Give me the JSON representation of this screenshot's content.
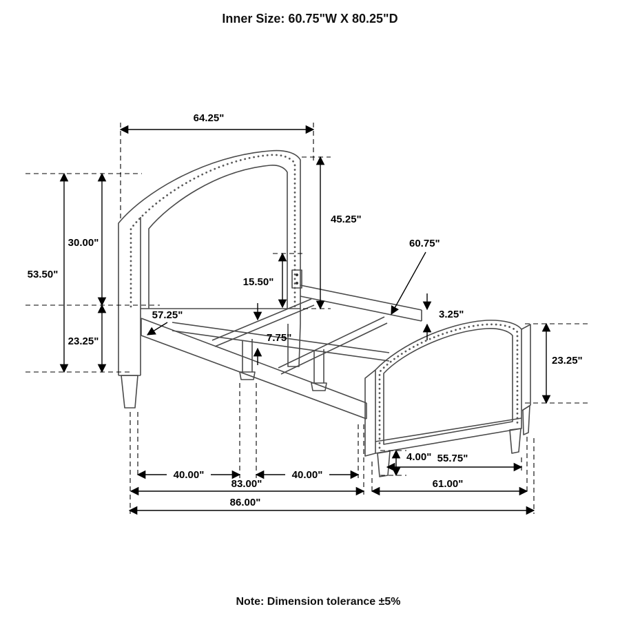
{
  "title": "Inner Size: 60.75\"W X 80.25\"D",
  "note": "Note: Dimension tolerance ±5%",
  "dims": {
    "headboard_width": "64.25\"",
    "headboard_panel_height": "45.25\"",
    "headboard_upper_height": "30.00\"",
    "headboard_total_height": "53.50\"",
    "headboard_leg_height": "23.25\"",
    "rail_to_panel": "15.50\"",
    "side_rail_length": "57.25\"",
    "slat_drop": "7.75\"",
    "inner_width": "60.75\"",
    "rail_thickness": "3.25\"",
    "footboard_height": "23.25\"",
    "footboard_leg_height": "4.00\"",
    "leg_span_left": "40.00\"",
    "leg_span_mid": "40.00\"",
    "footboard_width": "55.75\"",
    "frame_length": "83.00\"",
    "footboard_outer_width": "61.00\"",
    "overall_length": "86.00\""
  }
}
